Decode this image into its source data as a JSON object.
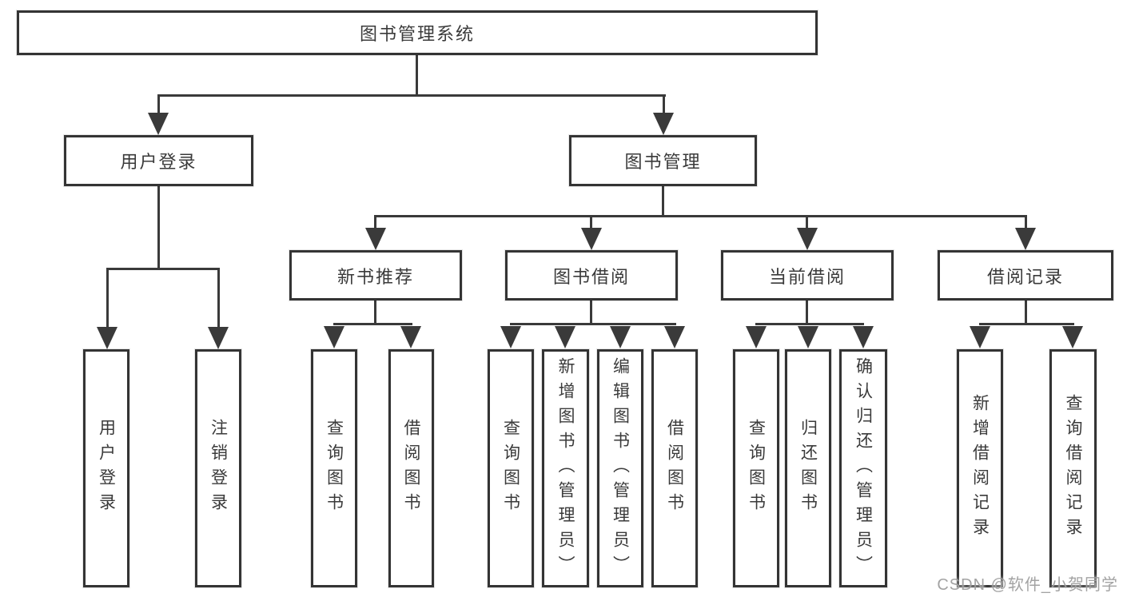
{
  "diagram_type": "tree-structure-chart",
  "nodes": {
    "root": "图书管理系统",
    "user_login": "用户登录",
    "book_mgmt": "图书管理",
    "new_books": "新书推荐",
    "book_borrow": "图书借阅",
    "current_borrow": "当前借阅",
    "borrow_records": "借阅记录",
    "ul_login": "用户登录",
    "ul_logout": "注销登录",
    "nb_query": "查询图书",
    "nb_borrow": "借阅图书",
    "bb_query": "查询图书",
    "bb_add": "新增图书（管理员）",
    "bb_edit": "编辑图书（管理员）",
    "bb_borrow": "借阅图书",
    "cb_query": "查询图书",
    "cb_return": "归还图书",
    "cb_confirm": "确认归还（管理员）",
    "br_add": "新增借阅记录",
    "br_query": "查询借阅记录"
  },
  "hierarchy": {
    "图书管理系统": {
      "用户登录": [
        "用户登录",
        "注销登录"
      ],
      "图书管理": {
        "新书推荐": [
          "查询图书",
          "借阅图书"
        ],
        "图书借阅": [
          "查询图书",
          "新增图书（管理员）",
          "编辑图书（管理员）",
          "借阅图书"
        ],
        "当前借阅": [
          "查询图书",
          "归还图书",
          "确认归还（管理员）"
        ],
        "借阅记录": [
          "新增借阅记录",
          "查询借阅记录"
        ]
      }
    }
  },
  "watermark": "CSDN @软件_小贺同学",
  "colors": {
    "line": "#3a3a3a",
    "box_border": "#343434",
    "box_fill": "#ffffff",
    "text": "#3a3a3a",
    "watermark": "#9e9e9e",
    "background": "#ffffff"
  }
}
